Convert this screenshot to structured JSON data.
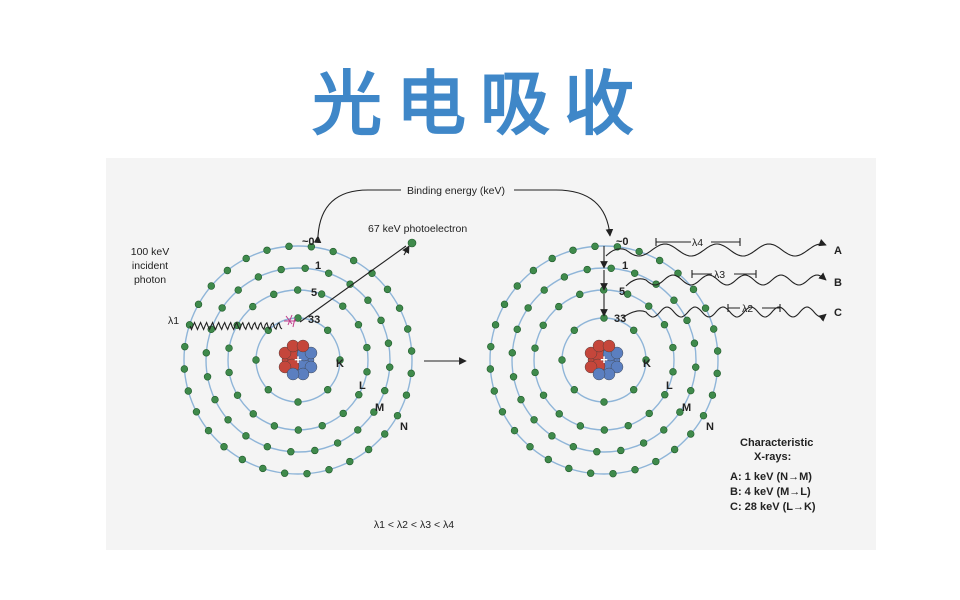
{
  "title": "光电吸收",
  "diagram": {
    "binding_energy_label": "Binding energy (keV)",
    "photoelectron_label": "67 keV photoelectron",
    "incident_photon_lines": [
      "100 keV",
      "incident",
      "photon"
    ],
    "lambda1": "λ1",
    "lambda2": "λ2",
    "lambda3": "λ3",
    "lambda4": "λ4",
    "shell_energies": [
      "~0",
      "1",
      "5",
      "33"
    ],
    "shell_names": [
      "K",
      "L",
      "M",
      "N"
    ],
    "xray_labels": [
      "A",
      "B",
      "C"
    ],
    "characteristic_title_lines": [
      "Characteristic",
      "X-rays:"
    ],
    "characteristic_items": [
      "A: 1 keV (N→M)",
      "B: 4 keV (M→L)",
      "C: 28 keV (L→K)"
    ],
    "wavelength_relation": "λ1 < λ2 < λ3 < λ4"
  },
  "colors": {
    "title": "#3f87c8",
    "orbit": "#8fb5d8",
    "electron": "#3f8a4b",
    "proton": "#c5463b",
    "neutron": "#5b7fc0",
    "panel_background": "#f4f4f4"
  },
  "icons": {
    "nucleus": "nucleus-icon",
    "arrow": "arrow-right-icon"
  }
}
